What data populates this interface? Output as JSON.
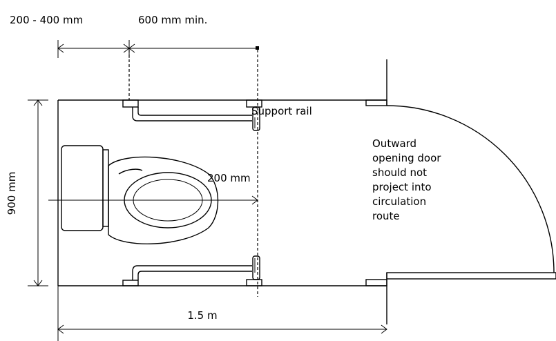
{
  "labels": {
    "grab_offset": "200 - 400 mm",
    "clear_min": "600 mm min.",
    "support_rail": "Support rail",
    "center_200": "200 mm",
    "width_900": "900 mm",
    "length": "1.5 m",
    "door_note": [
      "Outward",
      "opening door",
      "should not",
      "project into",
      "circulation",
      "route"
    ]
  }
}
